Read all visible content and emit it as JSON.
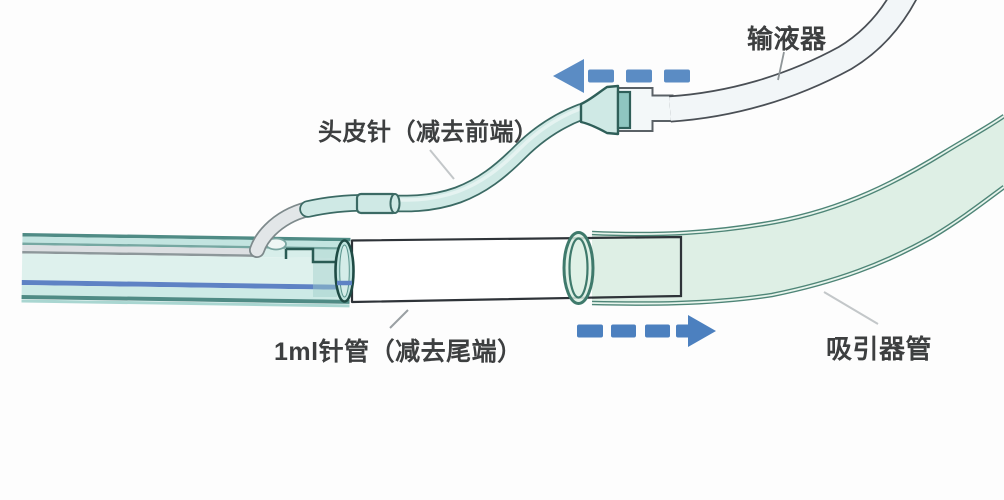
{
  "diagram": {
    "labels": {
      "infusion_set": "输液器",
      "scalp_needle": "头皮针（减去前端）",
      "syringe": "1ml针管（减去尾端）",
      "suction_tube": "吸引器管"
    },
    "arrows": [
      {
        "name": "slide-left-arrow",
        "direction": "left",
        "style": "dashed"
      },
      {
        "name": "slide-right-arrow",
        "direction": "right",
        "style": "dashed"
      }
    ],
    "colors": {
      "arrow_blue": "#5b8cc4",
      "scalp_tube_cyan": "#cfe9e5",
      "scalp_tube_edge": "#3b6a64",
      "suction_tube_green": "#d7ecdf",
      "suction_tube_edge": "#4e8577",
      "inner_blue_line": "#5e82c4",
      "infusion_tube_white": "#f2f6f8",
      "label_text": "#3d3f40"
    }
  }
}
